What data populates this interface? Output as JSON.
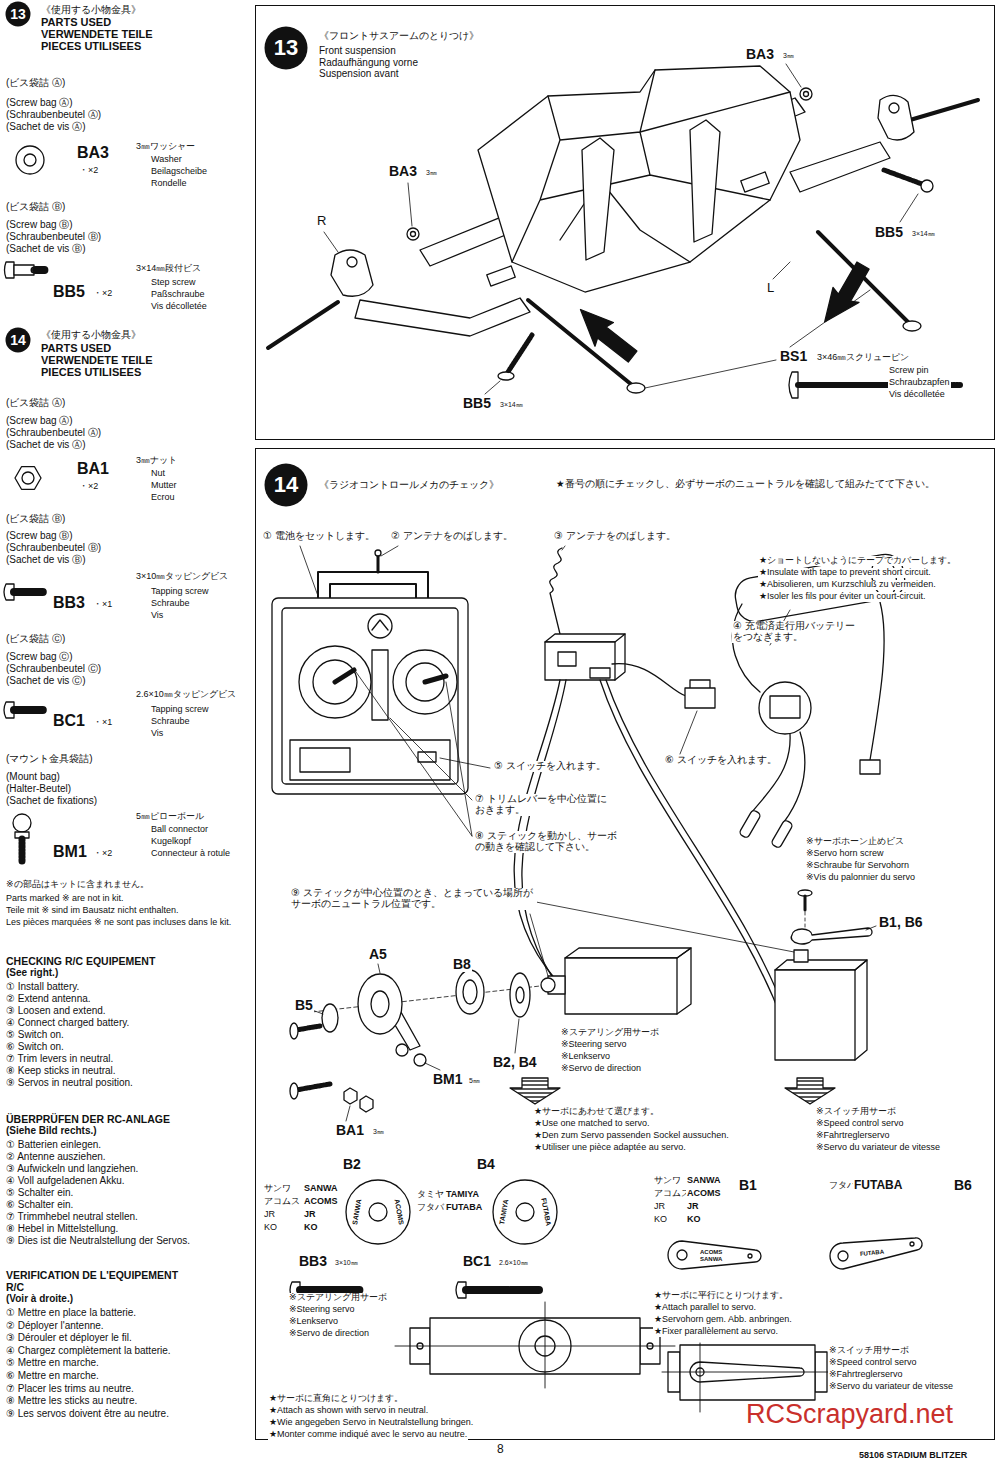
{
  "diagram": {
    "nodes": [
      {
        "text": [
          "13"
        ]
      },
      {
        "text": [
          "《フロントサスアームのとりつけ》",
          "Front suspension Radaufhängung vorne Suspension avant"
        ]
      },
      {
        "text": [
          "13"
        ],
        "in": 1
      },
      {
        "text": [
          "14"
        ]
      },
      {
        "text": [
          "《ラジオコントロールメカのチェック》",
          "★番号の順にチェックし、必ずサーボのニュートラルを確認して組みたてて下さい。"
        ]
      },
      {
        "text": [
          "14"
        ],
        "in": 4
      }
    ],
    "labels": [
      "《使用する小物金具》",
      "PARTS USED",
      "VERWENDETE TEILE",
      "PIECES UTILISEES",
      "(ビス袋詰 Ⓐ)",
      "(Screw bag Ⓐ)",
      "(Schraubenbeutel Ⓐ)",
      "(Sachet de vis Ⓐ)",
      "BA3",
      "・×2",
      "3㎜ワッシャー",
      "Washer",
      "Beilagscheibe",
      "Rondelle",
      "(ビス袋詰 Ⓑ)",
      "(Screw bag Ⓑ)",
      "(Schraubenbeutel Ⓑ)",
      "(Sachet de vis Ⓑ)",
      "3×14㎜段付ビス",
      "BB5",
      "・×2",
      "Step screw",
      "Paßschraube",
      "Vis décolletée",
      "《使用する小物金具》",
      "PARTS USED",
      "VERWENDETE TEILE",
      "PIECES UTILISEES",
      "(ビス袋詰 Ⓐ)",
      "(Screw bag Ⓐ)",
      "(Schraubenbeutel Ⓐ)",
      "(Sachet de vis Ⓐ)",
      "3㎜ナット",
      "BA1",
      "・×2",
      "Nut",
      "Mutter",
      "Ecrou",
      "(ビス袋詰 Ⓑ)",
      "(Screw bag Ⓑ)",
      "(Schraubenbeutel Ⓑ)",
      "(Sachet de vis Ⓑ)",
      "3×10㎜タッピングビス",
      "BB3",
      "・×1",
      "Tapping screw",
      "Schraube",
      "Vis",
      "(ビス袋詰 Ⓒ)",
      "(Screw bag Ⓒ)",
      "(Schraubenbeutel Ⓒ)",
      "(Sachet de vis Ⓒ)",
      "2.6×10㎜タッピングビス",
      "BC1",
      "・×1",
      "Tapping screw",
      "Schraube",
      "Vis",
      "(マウント金具袋詰)",
      "(Mount bag)",
      "(Halter-Beutel)",
      "(Sachet de fixations)",
      "5㎜ピローボール",
      "BM1",
      "・×2",
      "Ball connector",
      "Kugelkopf",
      "Connecteur à rotule",
      "※の部品はキットに含まれません。",
      "Parts marked ※ are not in kit.",
      "Teile mit ※ sind im Bausatz nicht enthalten.",
      "Les pièces marquées ※ ne sont pas incluses dans le kit.",
      "CHECKING R/C EQUIPEMENT",
      "(See right.)",
      "① Install battery.",
      "② Extend antenna.",
      "③ Loosen and extend.",
      "④ Connect charged battery.",
      "⑤ Switch on.",
      "⑥ Switch on.",
      "⑦ Trim levers in neutral.",
      "⑧ Keep sticks in neutral.",
      "⑨ Servos in neutral position.",
      "ÜBERPRÜFEN DER RC-ANLAGE",
      "(Siehe Bild rechts.)",
      "① Batterien einlegen.",
      "② Antenne ausziehen.",
      "③ Aufwickeln und langziehen.",
      "④ Voll aufgeladenen Akku.",
      "⑤ Schalter ein.",
      "⑥ Schalter ein.",
      "⑦ Trimmhebel neutral stellen.",
      "⑧ Hebel in Mittelstellung.",
      "⑨ Dies ist die Neutralstellung der Servos.",
      "VERIFICATION DE L'EQUIPEMENT",
      "R/C",
      "(Voir à droite.)",
      "① Mettre en place la batterie.",
      "② Déployer l'antenne.",
      "③ Dérouler et déployer le fil.",
      "④ Chargez complètement la batterie.",
      "⑤ Mettre en marche.",
      "⑥ Mettre en marche.",
      "⑦ Placer les trims au neutre.",
      "⑧ Mettre les sticks au neutre.",
      "⑨ Les servos doivent être au neutre.",
      "BA3",
      "3㎜",
      "BA3",
      "3㎜",
      "R",
      "BB5",
      "3×14㎜",
      "L",
      "BS1",
      "3×46㎜スクリューピン",
      "Screw pin",
      "Schraubzapfen",
      "Vis décolletée",
      "BB5",
      "3×14㎜",
      "① 電池をセットします。",
      "② アンテナをのばします。",
      "③ アンテナをのばします。",
      "★ショートしないようにテープでカバーします。",
      "★Insulate with tape to prevent short circuit.",
      "★Abisolieren, um Kurzschluß zu vermeiden.",
      "★Isoler les fils pour éviter un court-circuit.",
      "④ 充電済走行用バッテリーをつなぎます。",
      "⑤ スイッチを入れます。",
      "⑥ スイッチを入れます。",
      "⑦ トリムレバーを中心位置におきます。",
      "⑧ スティックを動かし、サーボの動きを確認して下さい。",
      "※サーボホーン止めビス",
      "※Servo horn screw",
      "※Schraube für Servohorn",
      "※Vis du palonnier du servo",
      "⑨ スティックが中心位置のとき、とまっている場所がサーボのニュートラル位置です。",
      "B1, B6",
      "A5",
      "B8",
      "B5",
      "B2, B4",
      "BM1",
      "5㎜",
      "BA1",
      "3㎜",
      "※ステアリング用サーボ",
      "※Steering servo",
      "※Lenkservo",
      "※Servo de direction",
      "★サーボにあわせて選びます。",
      "★Use one matched to servo.",
      "★Den zum Servo passenden Sockel aussuchen.",
      "★Utiliser une pièce adaptée au servo.",
      "※スイッチ用サーボ",
      "※Speed control servo",
      "※Fahrtreglerservo",
      "※Servo du variateur de vitesse",
      "B2",
      "サンワ",
      "アコムス",
      "JR",
      "KO",
      "SANWA",
      "ACOMS",
      "JR",
      "KO",
      "SANWA",
      "ACOMS",
      "B4",
      "タミヤ",
      "フタバ",
      "TAMIYA",
      "FUTABA",
      "TAMIYA",
      "FUTABA",
      "BB3",
      "3×10㎜",
      "BC1",
      "2.6×10㎜",
      "※ステアリング用サーボ",
      "※Steering servo",
      "※Lenkservo",
      "※Servo de direction",
      "★サーボに直角にとりつけます。",
      "★Attach as shown with servo in neutral.",
      "★Wie angegeben Servo in Neutralstellung bringen.",
      "★Monter comme indiqué avec le servo au neutre.",
      "サンワ",
      "アコムス",
      "JR",
      "KO",
      "SANWA",
      "ACOMS",
      "JR",
      "KO",
      "B1",
      "フタバ",
      "FUTABA",
      "B6",
      "ACOMS",
      "SANWA",
      "FUTABA",
      "★サーボに平行にとりつけます。",
      "★Attach parallel to servo.",
      "★Servohorn gem. Abb. anbringen.",
      "★Fixer parallèlement au servo.",
      "※スイッチ用サーボ",
      "※Speed control servo",
      "※Fahrtreglerservo",
      "※Servo du variateur de vitesse",
      "RCScrapyard.net",
      "8",
      "58106 STADIUM BLITZER"
    ]
  }
}
